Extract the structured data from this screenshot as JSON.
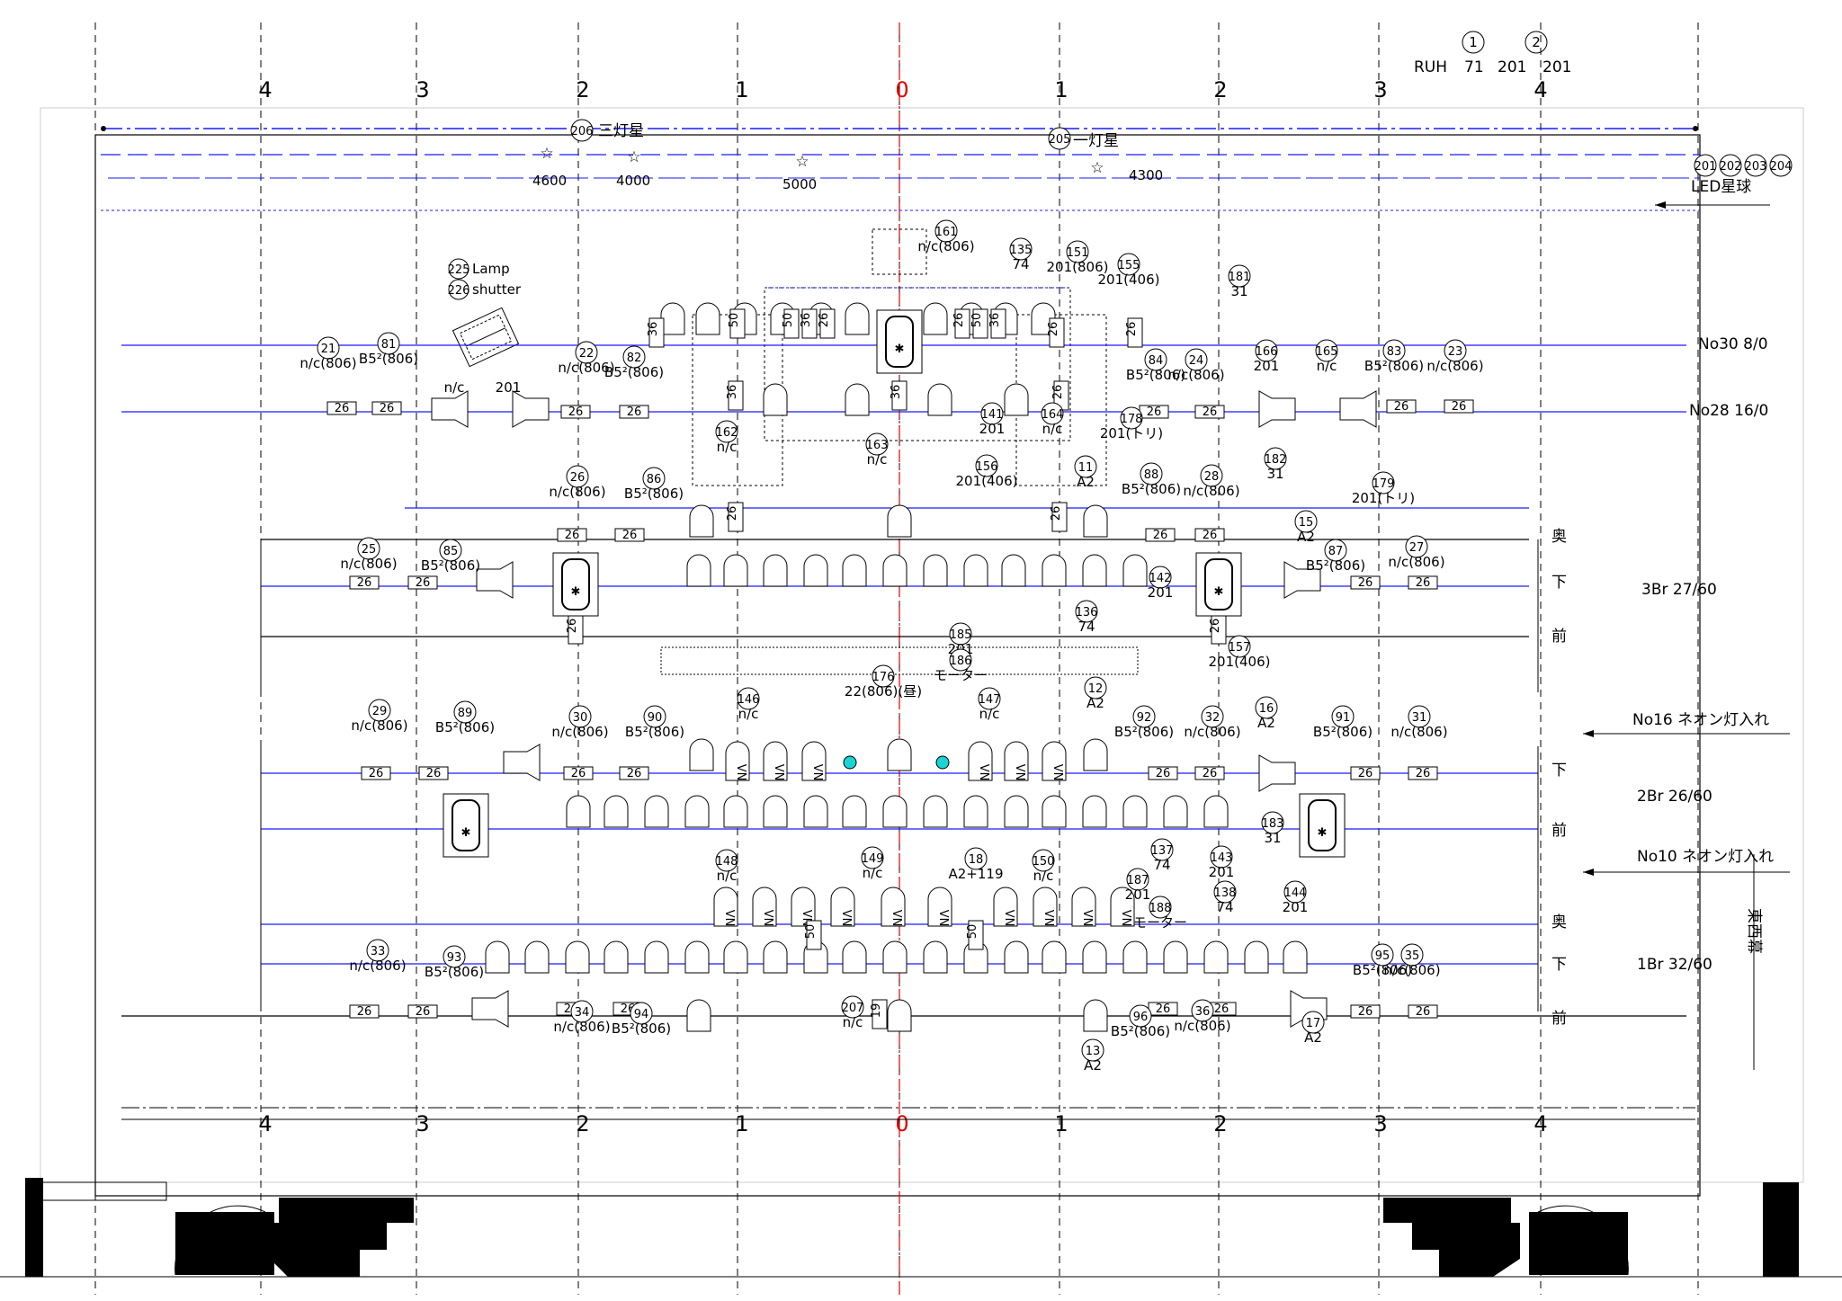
{
  "legend": {
    "circle1": "1",
    "circle2": "2",
    "ruh": "RUH",
    "v71": "71",
    "v201a": "201",
    "v201b": "201"
  },
  "axis_labels_top": [
    "4",
    "3",
    "2",
    "1",
    "0",
    "1",
    "2",
    "3",
    "4"
  ],
  "axis_labels_bottom": [
    "4",
    "3",
    "2",
    "1",
    "0",
    "1",
    "2",
    "3",
    "4"
  ],
  "stars": {
    "star206": {
      "num": "206",
      "label": "三灯星"
    },
    "star205": {
      "num": "205",
      "label": "一灯星"
    },
    "v4600": "4600",
    "v4000": "4000",
    "v5000": "5000",
    "v4300": "4300",
    "led_nums": [
      "201",
      "202",
      "203",
      "204"
    ],
    "led_label": "LED星球"
  },
  "lamp": {
    "n225": "225",
    "lamp": "Lamp",
    "n226": "226",
    "shutter": "shutter"
  },
  "pipes": [
    {
      "label": "No30  8/0"
    },
    {
      "label": "No28   16/0"
    }
  ],
  "bridge_labels": {
    "oku": "奥",
    "shita": "下",
    "mae": "前",
    "br3": "3Br   27/60",
    "br2": "2Br     26/60",
    "br1": "1Br     32/60",
    "no16": "No16   ネオン灯入れ",
    "no10": "No10   ネオン灯入れ",
    "curtain": "東西幕"
  },
  "callouts": [
    {
      "id": "c161",
      "num": "161",
      "text": "n/c(806)"
    },
    {
      "id": "c135",
      "num": "135",
      "text": "74"
    },
    {
      "id": "c151",
      "num": "151",
      "text": "201(806)"
    },
    {
      "id": "c155",
      "num": "155",
      "text": "201(406)"
    },
    {
      "id": "c181",
      "num": "181",
      "text": "31"
    },
    {
      "id": "c21",
      "num": "21",
      "text": "n/c(806)"
    },
    {
      "id": "c81",
      "num": "81",
      "text": "B5²(806)"
    },
    {
      "id": "nc1",
      "num": "",
      "text": "n/c"
    },
    {
      "id": "t201a",
      "num": "",
      "text": "201"
    },
    {
      "id": "c22",
      "num": "22",
      "text": "n/c(806)"
    },
    {
      "id": "c82",
      "num": "82",
      "text": "B5²(806)"
    },
    {
      "id": "c84",
      "num": "84",
      "text": "B5²(806)"
    },
    {
      "id": "c24",
      "num": "24",
      "text": "n/c(806)"
    },
    {
      "id": "c166",
      "num": "166",
      "text": "201"
    },
    {
      "id": "c165",
      "num": "165",
      "text": "n/c"
    },
    {
      "id": "c83",
      "num": "83",
      "text": "B5²(806)"
    },
    {
      "id": "c23",
      "num": "23",
      "text": "n/c(806)"
    },
    {
      "id": "c162",
      "num": "162",
      "text": "n/c"
    },
    {
      "id": "c163",
      "num": "163",
      "text": "n/c"
    },
    {
      "id": "c141",
      "num": "141",
      "text": "201"
    },
    {
      "id": "c164",
      "num": "164",
      "text": "n/c"
    },
    {
      "id": "c178",
      "num": "178",
      "text": "201(トリ)"
    },
    {
      "id": "c156",
      "num": "156",
      "text": "201(406)"
    },
    {
      "id": "c11",
      "num": "11",
      "text": "A2"
    },
    {
      "id": "c182",
      "num": "182",
      "text": "31"
    },
    {
      "id": "c179",
      "num": "179",
      "text": "201(トリ)"
    },
    {
      "id": "c26",
      "num": "26",
      "text": "n/c(806)"
    },
    {
      "id": "c86",
      "num": "86",
      "text": "B5²(806)"
    },
    {
      "id": "c88",
      "num": "88",
      "text": "B5²(806)"
    },
    {
      "id": "c28",
      "num": "28",
      "text": "n/c(806)"
    },
    {
      "id": "c15",
      "num": "15",
      "text": "A2"
    },
    {
      "id": "c25",
      "num": "25",
      "text": "n/c(806)"
    },
    {
      "id": "c85",
      "num": "85",
      "text": "B5²(806)"
    },
    {
      "id": "c142",
      "num": "142",
      "text": "201"
    },
    {
      "id": "c87",
      "num": "87",
      "text": "B5²(806)"
    },
    {
      "id": "c27",
      "num": "27",
      "text": "n/c(806)"
    },
    {
      "id": "c136",
      "num": "136",
      "text": "74"
    },
    {
      "id": "c185",
      "num": "185",
      "text": "201"
    },
    {
      "id": "c186",
      "num": "186",
      "text": "モーター"
    },
    {
      "id": "c157",
      "num": "157",
      "text": "201(406)"
    },
    {
      "id": "c176",
      "num": "176",
      "text": "22(806)(昼)"
    },
    {
      "id": "c146",
      "num": "146",
      "text": "n/c"
    },
    {
      "id": "c147",
      "num": "147",
      "text": "n/c"
    },
    {
      "id": "c12",
      "num": "12",
      "text": "A2"
    },
    {
      "id": "c29",
      "num": "29",
      "text": "n/c(806)"
    },
    {
      "id": "c89",
      "num": "89",
      "text": "B5²(806)"
    },
    {
      "id": "c30",
      "num": "30",
      "text": "n/c(806)"
    },
    {
      "id": "c90",
      "num": "90",
      "text": "B5²(806)"
    },
    {
      "id": "c92",
      "num": "92",
      "text": "B5²(806)"
    },
    {
      "id": "c32",
      "num": "32",
      "text": "n/c(806)"
    },
    {
      "id": "c16",
      "num": "16",
      "text": "A2"
    },
    {
      "id": "c91",
      "num": "91",
      "text": "B5²(806)"
    },
    {
      "id": "c31",
      "num": "31",
      "text": "n/c(806)"
    },
    {
      "id": "c137",
      "num": "137",
      "text": "74"
    },
    {
      "id": "c143",
      "num": "143",
      "text": "201"
    },
    {
      "id": "c183",
      "num": "183",
      "text": "31"
    },
    {
      "id": "c148",
      "num": "148",
      "text": "n/c"
    },
    {
      "id": "c149",
      "num": "149",
      "text": "n/c"
    },
    {
      "id": "c18",
      "num": "18",
      "text": "A2+119"
    },
    {
      "id": "c150",
      "num": "150",
      "text": "n/c"
    },
    {
      "id": "c187",
      "num": "187",
      "text": "201"
    },
    {
      "id": "c188",
      "num": "188",
      "text": "モーター"
    },
    {
      "id": "c138",
      "num": "138",
      "text": "74"
    },
    {
      "id": "c144",
      "num": "144",
      "text": "201"
    },
    {
      "id": "c33",
      "num": "33",
      "text": "n/c(806)"
    },
    {
      "id": "c93",
      "num": "93",
      "text": "B5²(806)"
    },
    {
      "id": "c34",
      "num": "34",
      "text": "n/c(806)"
    },
    {
      "id": "c94",
      "num": "94",
      "text": "B5²(806)"
    },
    {
      "id": "c207",
      "num": "207",
      "text": "n/c"
    },
    {
      "id": "c13",
      "num": "13",
      "text": "A2"
    },
    {
      "id": "c96",
      "num": "96",
      "text": "B5²(806)"
    },
    {
      "id": "c36",
      "num": "36",
      "text": "n/c(806)"
    },
    {
      "id": "c17",
      "num": "17",
      "text": "A2"
    },
    {
      "id": "c95",
      "num": "95",
      "text": "B5²(806)"
    },
    {
      "id": "c35",
      "num": "35",
      "text": "n/c(806)"
    }
  ],
  "fixture_labels": {
    "v26": "26",
    "v36": "36",
    "v50": "50",
    "v19": "19",
    "vn": "VN"
  },
  "colors": {
    "line": "#000000",
    "pipe": "#1a1aff",
    "center": "#e00000",
    "accent": "#19d4d4"
  }
}
